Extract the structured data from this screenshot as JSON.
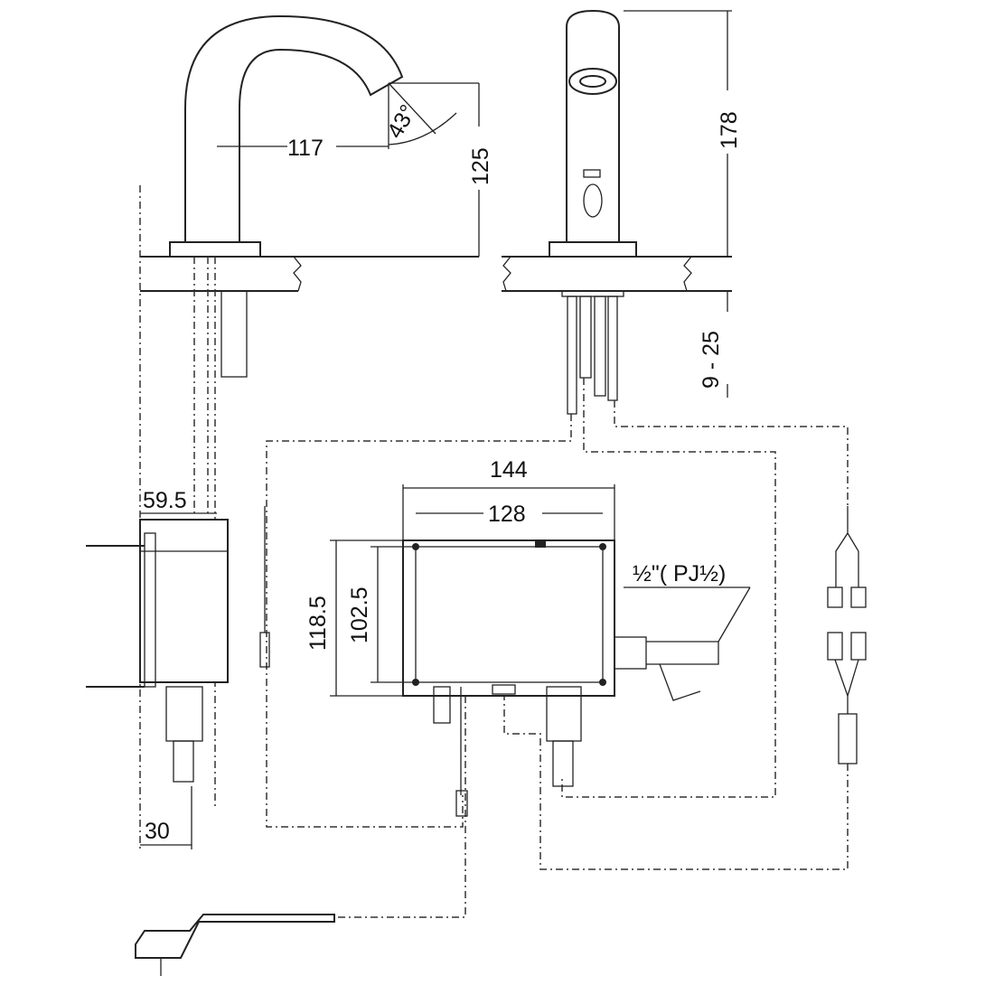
{
  "title": "Sensor faucet installation dimension drawing",
  "dimensions": {
    "spout_reach": "117",
    "spout_height": "125",
    "spout_angle": "43°",
    "front_height": "178",
    "deck_thickness": "9 - 25",
    "box_width_outer": "144",
    "box_width_inner": "128",
    "box_height_outer": "118.5",
    "box_height_inner": "102.5",
    "side_box_depth": "59.5",
    "side_offset": "30",
    "inlet_thread": "½\"( PJ½)"
  },
  "colors": {
    "line": "#222222",
    "background": "#ffffff"
  }
}
